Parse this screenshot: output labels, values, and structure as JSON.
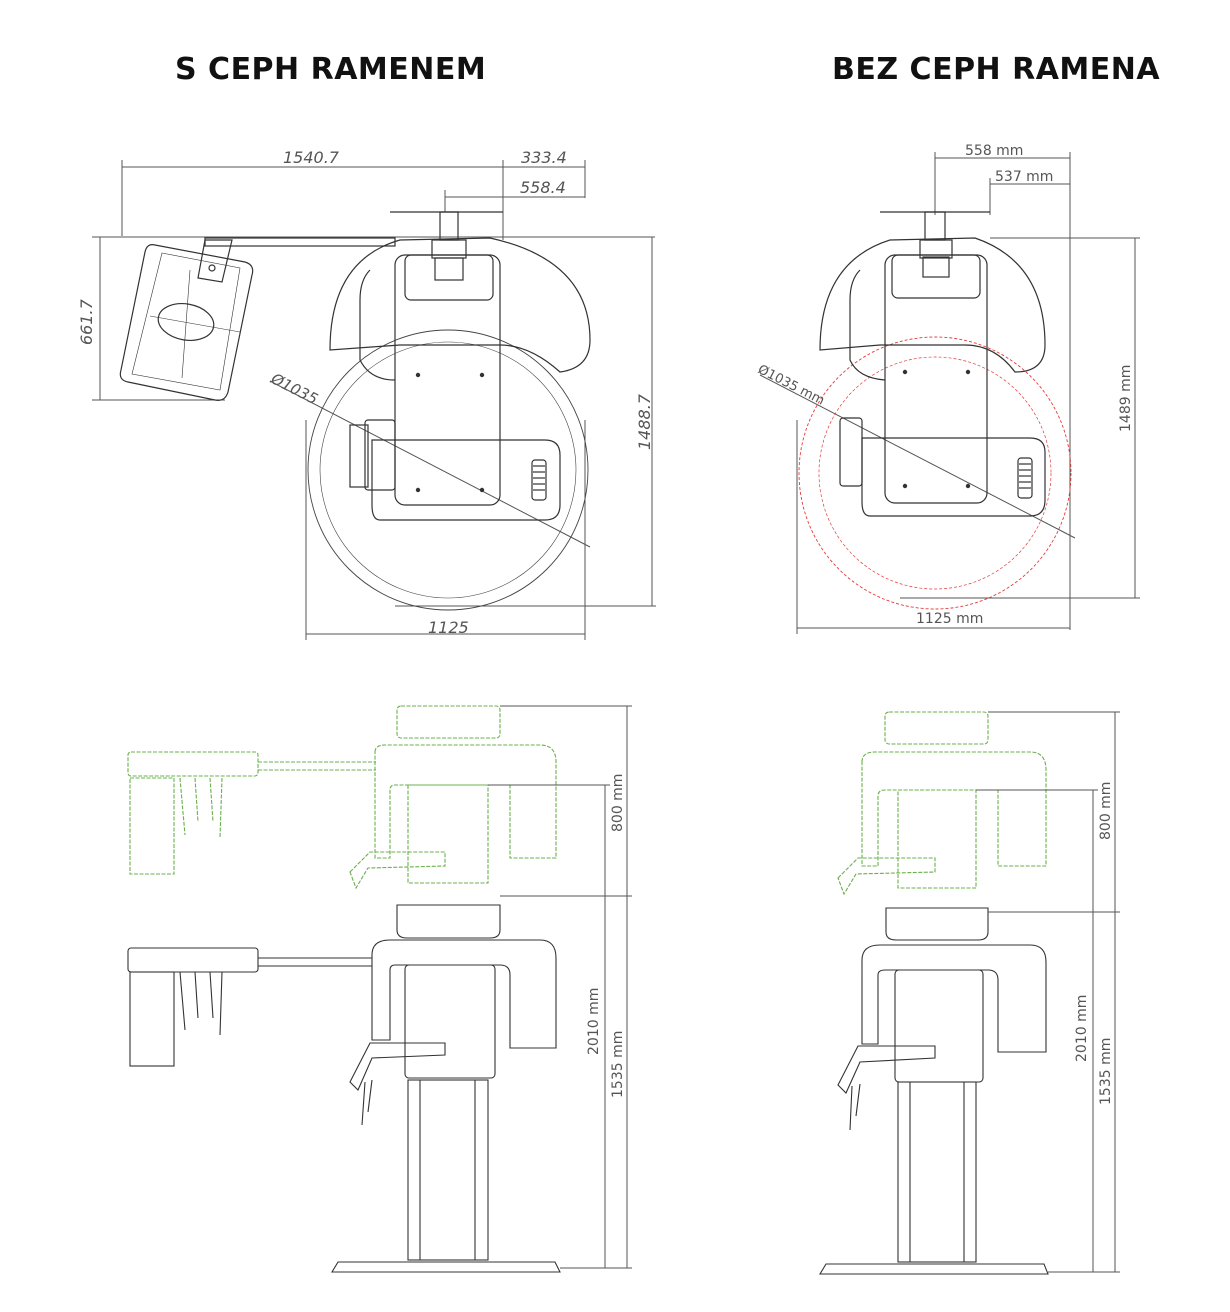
{
  "headings": {
    "left": "S CEPH RAMENEM",
    "right": "BEZ CEPH RAMENA"
  },
  "left_top": {
    "overall_width": "1540.7",
    "arm_offset": "333.4",
    "column_width": "558.4",
    "ceph_height": "661.7",
    "depth": "1488.7",
    "rotation_diameter": "Ø1035",
    "base_width": "1125"
  },
  "right_top": {
    "width_a": "558 mm",
    "width_b": "537 mm",
    "depth": "1489 mm",
    "rotation_diameter": "Ø1035 mm",
    "base_width": "1125 mm"
  },
  "left_side": {
    "travel": "800 mm",
    "max_height": "2010 mm",
    "min_height": "1535 mm"
  },
  "right_side": {
    "travel": "800 mm",
    "max_height": "2010 mm",
    "min_height": "1535 mm"
  },
  "colors": {
    "line": "#333333",
    "dim": "#555555",
    "ghost": "#6ab04c",
    "circle_red": "#e23b3b"
  }
}
